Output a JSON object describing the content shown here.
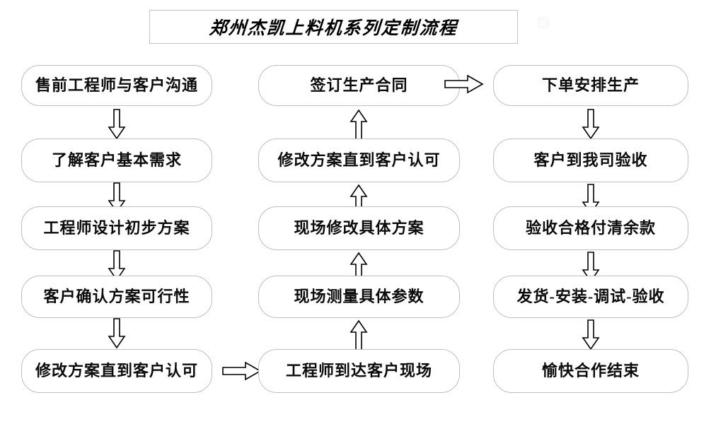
{
  "title": {
    "text": "郑州杰凯上料机系列定制流程",
    "name": "diagram-title"
  },
  "colors": {
    "box_border": "#bfbfbf",
    "box_fill": "#ffffff",
    "text": "#0b0b0b",
    "arrow_stroke": "#000000",
    "arrow_fill": "#ffffff",
    "title_border": "#c3c3c3",
    "background": "#ffffff"
  },
  "columns": [
    {
      "id": "column-1",
      "direction": "down",
      "nodes": [
        {
          "id": "c1-n1",
          "label": "售前工程师与客户沟通"
        },
        {
          "id": "c1-n2",
          "label": "了解客户基本需求"
        },
        {
          "id": "c1-n3",
          "label": "工程师设计初步方案"
        },
        {
          "id": "c1-n4",
          "label": "客户确认方案可行性"
        },
        {
          "id": "c1-n5",
          "label": "修改方案直到客户认可"
        }
      ]
    },
    {
      "id": "column-2",
      "direction": "up",
      "nodes": [
        {
          "id": "c2-n1",
          "label": "签订生产合同"
        },
        {
          "id": "c2-n2",
          "label": "修改方案直到客户认可"
        },
        {
          "id": "c2-n3",
          "label": "现场修改具体方案"
        },
        {
          "id": "c2-n4",
          "label": "现场测量具体参数"
        },
        {
          "id": "c2-n5",
          "label": "工程师到达客户现场"
        }
      ]
    },
    {
      "id": "column-3",
      "direction": "down",
      "nodes": [
        {
          "id": "c3-n1",
          "label": "下单安排生产"
        },
        {
          "id": "c3-n2",
          "label": "客户到我司验收"
        },
        {
          "id": "c3-n3",
          "label": "验收合格付清余款"
        },
        {
          "id": "c3-n4",
          "label": "发货-安装-调试-验收"
        },
        {
          "id": "c3-n5",
          "label": "愉快合作结束"
        }
      ]
    }
  ],
  "connectors": {
    "vertical_down_icon": "arrow-down-hollow-icon",
    "vertical_up_icon": "arrow-up-hollow-icon",
    "horizontal_right_icon": "arrow-right-hollow-icon",
    "cross_column": [
      {
        "id": "link-c1n5-to-c2n5",
        "from": "c1-n5",
        "to": "c2-n5",
        "direction": "right"
      },
      {
        "id": "link-c2n1-to-c3n1",
        "from": "c2-n1",
        "to": "c3-n1",
        "direction": "right"
      }
    ]
  },
  "chart_data": {
    "type": "flowchart",
    "title": "郑州杰凯上料机系列定制流程",
    "layout": "three-column serpentine",
    "sequence": [
      "售前工程师与客户沟通",
      "了解客户基本需求",
      "工程师设计初步方案",
      "客户确认方案可行性",
      "修改方案直到客户认可",
      "工程师到达客户现场",
      "现场测量具体参数",
      "现场修改具体方案",
      "修改方案直到客户认可",
      "签订生产合同",
      "下单安排生产",
      "客户到我司验收",
      "验收合格付清余款",
      "发货-安装-调试-验收",
      "愉快合作结束"
    ]
  }
}
